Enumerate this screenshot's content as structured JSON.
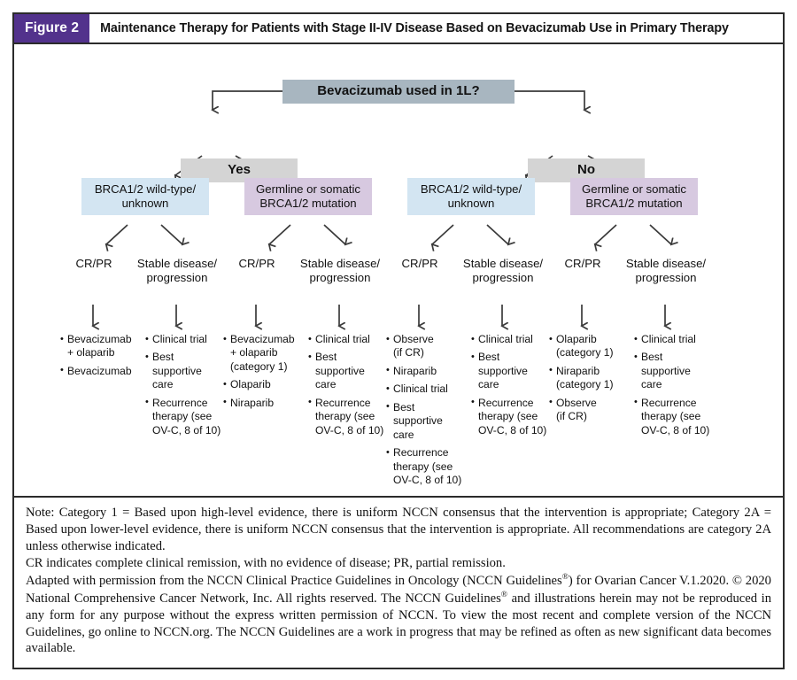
{
  "header": {
    "badge": "Figure 2",
    "title": "Maintenance Therapy for Patients with Stage II-IV Disease Based on Bevacizumab Use in Primary Therapy"
  },
  "colors": {
    "badge_purple": "#52328c",
    "root_box": "#a8b6c0",
    "branch_box": "#d4d4d4",
    "wildtype_box": "#d3e5f2",
    "mutation_box": "#d7c9e0",
    "frame": "#2b2b2b"
  },
  "flow": {
    "root": "Bevacizumab used in 1L?",
    "branch_yes": "Yes",
    "branch_no": "No",
    "genotype_wildtype": "BRCA1/2 wild-type/\nunknown",
    "genotype_mutation": "Germline or somatic\nBRCA1/2 mutation",
    "response_cr_pr": "CR/PR",
    "response_stable": "Stable disease/\nprogression",
    "columns": [
      {
        "id": "yes-wt-crpr",
        "items": [
          "Bevacizumab\n+ olaparib",
          "Bevacizumab"
        ]
      },
      {
        "id": "yes-wt-stable",
        "items": [
          "Clinical trial",
          "Best\nsupportive\ncare",
          "Recurrence\ntherapy (see\nOV-C, 8 of 10)"
        ]
      },
      {
        "id": "yes-mut-crpr",
        "items": [
          "Bevacizumab\n+ olaparib\n(category 1)",
          "Olaparib",
          "Niraparib"
        ]
      },
      {
        "id": "yes-mut-stable",
        "items": [
          "Clinical trial",
          "Best\nsupportive\ncare",
          "Recurrence\ntherapy (see\nOV-C, 8 of 10)"
        ]
      },
      {
        "id": "no-wt-crpr",
        "items": [
          "Observe\n(if CR)",
          "Niraparib",
          "Clinical trial",
          "Best\nsupportive\ncare",
          "Recurrence\ntherapy (see\nOV-C, 8 of 10)"
        ]
      },
      {
        "id": "no-wt-stable",
        "items": [
          "Clinical trial",
          "Best\nsupportive\ncare",
          "Recurrence\ntherapy (see\nOV-C, 8 of 10)"
        ]
      },
      {
        "id": "no-mut-crpr",
        "items": [
          "Olaparib\n(category 1)",
          "Niraparib\n(category 1)",
          "Observe\n(if CR)"
        ]
      },
      {
        "id": "no-mut-stable",
        "items": [
          "Clinical trial",
          "Best\nsupportive\ncare",
          "Recurrence\ntherapy (see\nOV-C, 8 of 10)"
        ]
      }
    ]
  },
  "footnote": {
    "note": "Note: Category 1 = Based upon high-level evidence, there is uniform NCCN consensus that the intervention is appropriate; Category 2A = Based upon lower-level evidence, there is uniform NCCN consensus that the intervention is appropriate. All recommendations are category 2A unless otherwise indicated.",
    "abbrev": "CR indicates complete clinical remission, with no evidence of disease; PR, partial remission.",
    "credit_1": "Adapted with permission from the NCCN Clinical Practice Guidelines in Oncology (NCCN Guidelines",
    "credit_2": ") for Ovarian Cancer V.1.2020. © 2020 National Comprehensive Cancer Network, Inc. All rights reserved. The NCCN Guidelines",
    "credit_3": " and illustrations herein may not be reproduced in any form for any purpose without the express written permission of NCCN. To view the most recent and complete version of the NCCN Guidelines, go online to NCCN.org. The NCCN Guidelines are a work in progress that may be refined as often as new significant data becomes available.",
    "registered_mark": "®"
  }
}
